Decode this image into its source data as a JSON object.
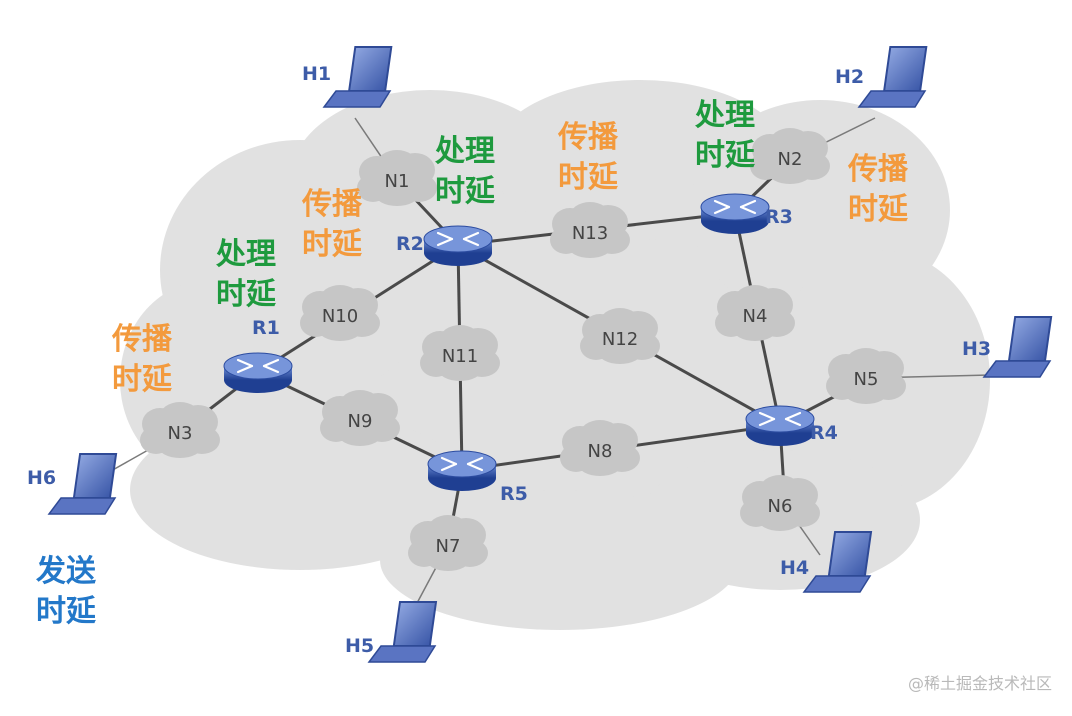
{
  "colors": {
    "orange": "#f39a3d",
    "green": "#1e9a3e",
    "blue": "#2378c9",
    "host_label": "#3d5ca8",
    "router_label": "#3d5ca8",
    "link": "#4a4a4a",
    "cloud": "#d9d9d9",
    "node_cloud": "#c9c9c9"
  },
  "hosts": {
    "H1": "H1",
    "H2": "H2",
    "H3": "H3",
    "H4": "H4",
    "H5": "H5",
    "H6": "H6"
  },
  "routers": {
    "R1": "R1",
    "R2": "R2",
    "R3": "R3",
    "R4": "R4",
    "R5": "R5"
  },
  "nodes": {
    "N1": "N1",
    "N2": "N2",
    "N3": "N3",
    "N4": "N4",
    "N5": "N5",
    "N6": "N6",
    "N7": "N7",
    "N8": "N8",
    "N9": "N9",
    "N10": "N10",
    "N11": "N11",
    "N12": "N12",
    "N13": "N13"
  },
  "labels": {
    "prop_r1": [
      "传播",
      "时延"
    ],
    "proc_r1": [
      "处理",
      "时延"
    ],
    "prop_r2": [
      "传播",
      "时延"
    ],
    "proc_r2": [
      "处理",
      "时延"
    ],
    "prop_n13": [
      "传播",
      "时延"
    ],
    "proc_r3": [
      "处理",
      "时延"
    ],
    "prop_r3": [
      "传播",
      "时延"
    ],
    "send_h6": [
      "发送",
      "时延"
    ]
  },
  "watermark": "@稀土掘金技术社区"
}
